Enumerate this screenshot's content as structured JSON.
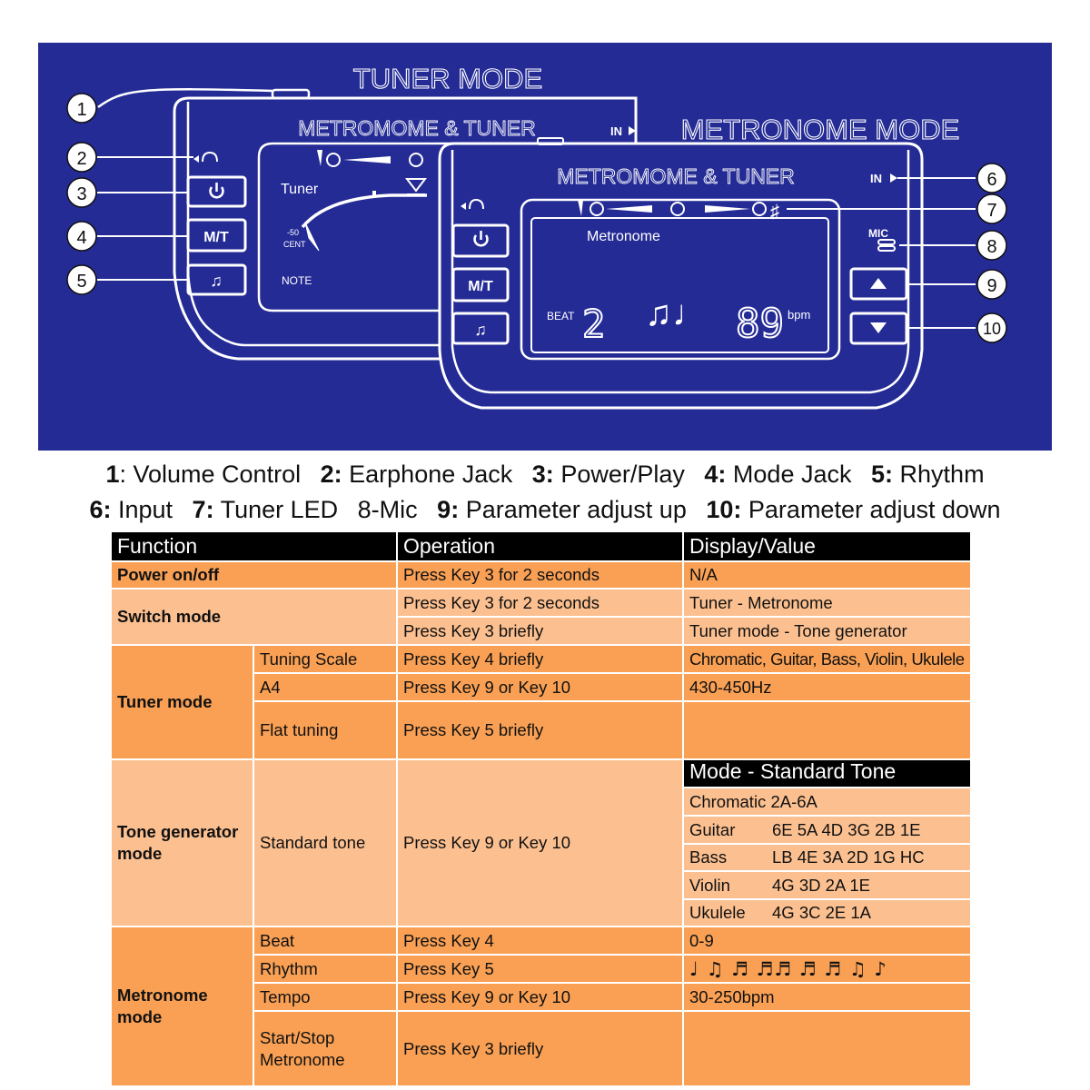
{
  "diagram": {
    "tuner_mode_title": "TUNER MODE",
    "metronome_mode_title": "METRONOME MODE",
    "device_brand": "METROMOME & TUNER",
    "input_label": "IN",
    "mic_label": "MIC",
    "key_labels": {
      "mode": "M/T"
    },
    "tuner_screen": {
      "label": "Tuner",
      "cent_value": "-50",
      "cent_label": "CENT",
      "note_label": "NOTE"
    },
    "metronome_screen": {
      "label": "Metronome",
      "beat_label": "BEAT",
      "beat_value": "2",
      "tempo_value": "89",
      "tempo_unit": "bpm"
    },
    "callouts": [
      "1",
      "2",
      "3",
      "4",
      "5",
      "6",
      "7",
      "8",
      "9",
      "10"
    ]
  },
  "legend": {
    "line1": [
      {
        "num": "1",
        "sep": ": ",
        "text": "Volume Control"
      },
      {
        "num": "2:",
        "sep": " ",
        "text": "Earphone Jack"
      },
      {
        "num": "3:",
        "sep": " ",
        "text": "Power/Play"
      },
      {
        "num": "4:",
        "sep": " ",
        "text": "Mode Jack"
      },
      {
        "num": "5:",
        "sep": " ",
        "text": "Rhythm"
      }
    ],
    "line2": [
      {
        "num": "6:",
        "sep": " ",
        "text": "Input"
      },
      {
        "num": "7:",
        "sep": " ",
        "text": "Tuner LED"
      },
      {
        "num": "",
        "sep": "",
        "text": "8-Mic"
      },
      {
        "num": "9:",
        "sep": " ",
        "text": "Parameter adjust up"
      },
      {
        "num": "10:",
        "sep": " ",
        "text": "Parameter adjust down"
      }
    ]
  },
  "table": {
    "headers": [
      "Function",
      "Operation",
      "Display/Value"
    ],
    "power": {
      "function": "Power on/off",
      "operation": "Press Key 3 for 2 seconds",
      "value": "N/A"
    },
    "switch": {
      "function": "Switch mode",
      "rows": [
        {
          "operation": "Press Key 3 for 2 seconds",
          "value": "Tuner - Metronome"
        },
        {
          "operation": "Press Key 3 briefly",
          "value": "Tuner mode  - Tone generator"
        }
      ]
    },
    "tuner": {
      "function": "Tuner mode",
      "rows": [
        {
          "param": "Tuning Scale",
          "operation": "Press Key 4 briefly",
          "value": "Chromatic, Guitar, Bass, Violin, Ukulele"
        },
        {
          "param": "A4",
          "operation": "Press Key 9 or Key 10",
          "value": "430-450Hz"
        },
        {
          "param": "Flat tuning",
          "operation": "Press Key 5 briefly",
          "value": ""
        }
      ]
    },
    "tone": {
      "function": "Tone generator mode",
      "param": "Standard tone",
      "operation": "Press Key 9 or Key 10",
      "sub_header": "Mode - Standard Tone",
      "tones": [
        {
          "name": "Chromatic",
          "notes": "2A-6A"
        },
        {
          "name": "Guitar",
          "notes": "6E 5A 4D 3G 2B 1E"
        },
        {
          "name": "Bass",
          "notes": "LB 4E 3A 2D 1G HC"
        },
        {
          "name": "Violin",
          "notes": "4G 3D 2A 1E"
        },
        {
          "name": "Ukulele",
          "notes": "4G 3C 2E 1A"
        }
      ]
    },
    "metronome": {
      "function": "Metronome mode",
      "rows": [
        {
          "param": "Beat",
          "operation": "Press Key 4",
          "value": "0-9"
        },
        {
          "param": "Rhythm",
          "operation": "Press Key 5",
          "value": "♩ ♫ ♬ ♬♬ ♬ ♬ ♫ ♪"
        },
        {
          "param": "Tempo",
          "operation": "Press Key 9 or Key 10",
          "value": "30-250bpm"
        },
        {
          "param": "Start/Stop Metronome",
          "operation": "Press Key 3 briefly",
          "value": ""
        }
      ]
    }
  }
}
